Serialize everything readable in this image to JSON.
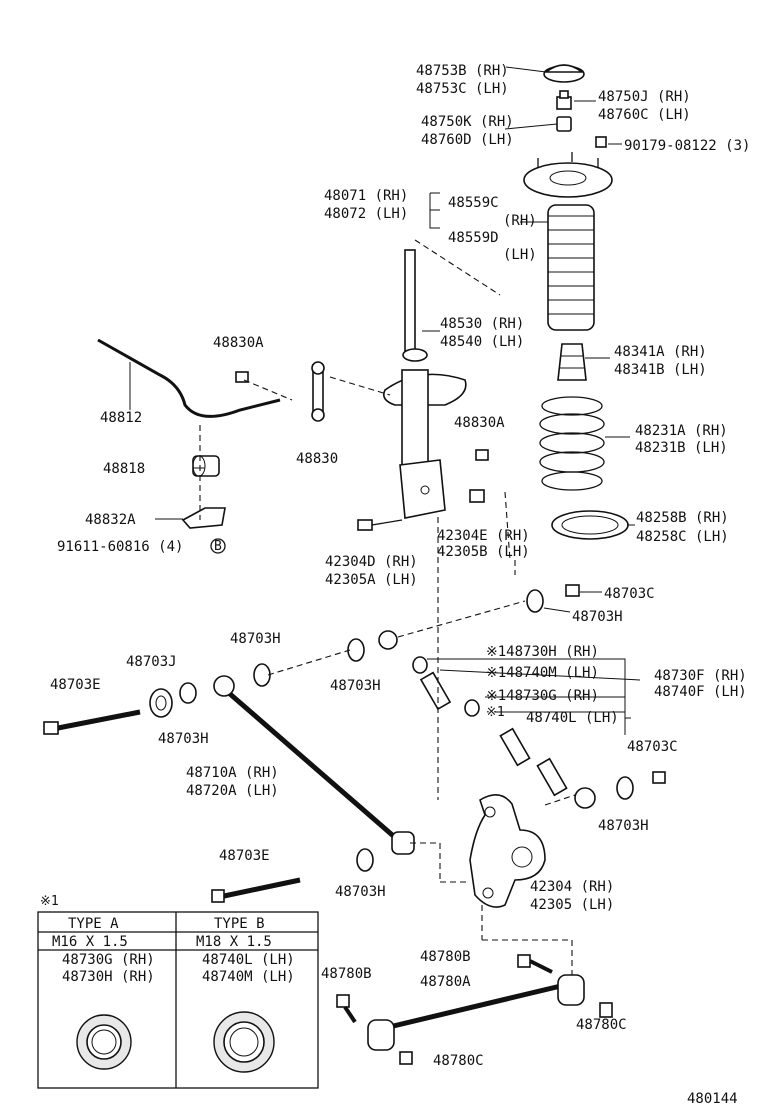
{
  "labels": {
    "l48753B": "48753B (RH)",
    "l48753C": "48753C (LH)",
    "l48750J": "48750J (RH)",
    "l48760C": "48760C (LH)",
    "l48750K": "48750K (RH)",
    "l48760D": "48760D (LH)",
    "l90179": "90179-08122 (3)",
    "l48071": "48071 (RH)",
    "l48072": "48072 (LH)",
    "l48559C": "48559C",
    "l48559C_rh": "(RH)",
    "l48559D": "48559D",
    "l48559D_lh": "(LH)",
    "l48530": "48530 (RH)",
    "l48540": "48540 (LH)",
    "l48830A_top": "48830A",
    "l48812": "48812",
    "l48830": "48830",
    "l48341A": "48341A (RH)",
    "l48341B": "48341B (LH)",
    "l48830A_mid": "48830A",
    "l48231A": "48231A (RH)",
    "l48231B": "48231B (LH)",
    "l48818": "48818",
    "l48258B": "48258B (RH)",
    "l48258C": "48258C (LH)",
    "l48832A": "48832A",
    "l42304E": "42304E (RH)",
    "l42305B": "42305B (LH)",
    "l91611": "91611-60816 (4)",
    "l42304D": "42304D (RH)",
    "l42305A": "42305A (LH)",
    "l48703C_top": "48703C",
    "l48703H_r1": "48703H",
    "l48703H_a": "48703H",
    "l48703J": "48703J",
    "l48730H": "※148730H (RH)",
    "l48730F": "48730F (RH)",
    "l48703E_l": "48703E",
    "l48703H_b": "48703H",
    "l48740M": "※148740M (LH)",
    "l48740F": "48740F (LH)",
    "l48730G": "※148730G (RH)",
    "l48703H_c": "48703H",
    "l48740L_mark": "※1",
    "l48740L": "48740L (LH)",
    "l48703C_r": "48703C",
    "l48710A": "48710A (RH)",
    "l48720A": "48720A (LH)",
    "l48703H_d": "48703H",
    "l48703E_b": "48703E",
    "l48703H_e": "48703H",
    "l42304": "42304 (RH)",
    "l42305": "42305 (LH)",
    "l48780B_r": "48780B",
    "l48780B_l": "48780B",
    "l48780A": "48780A",
    "l48780C_r": "48780C",
    "l48780C_b": "48780C",
    "diagram_id": "480144",
    "circled_B": "B"
  },
  "note_table": {
    "mark": "※1",
    "col_a_type": "TYPE  A",
    "col_b_type": "TYPE  B",
    "col_a_size": "M16  X  1.5",
    "col_b_size": "M18  X  1.5",
    "col_a_part1": "48730G (RH)",
    "col_a_part2": "48730H (RH)",
    "col_b_part1": "48740L (LH)",
    "col_b_part2": "48740M (LH)"
  }
}
